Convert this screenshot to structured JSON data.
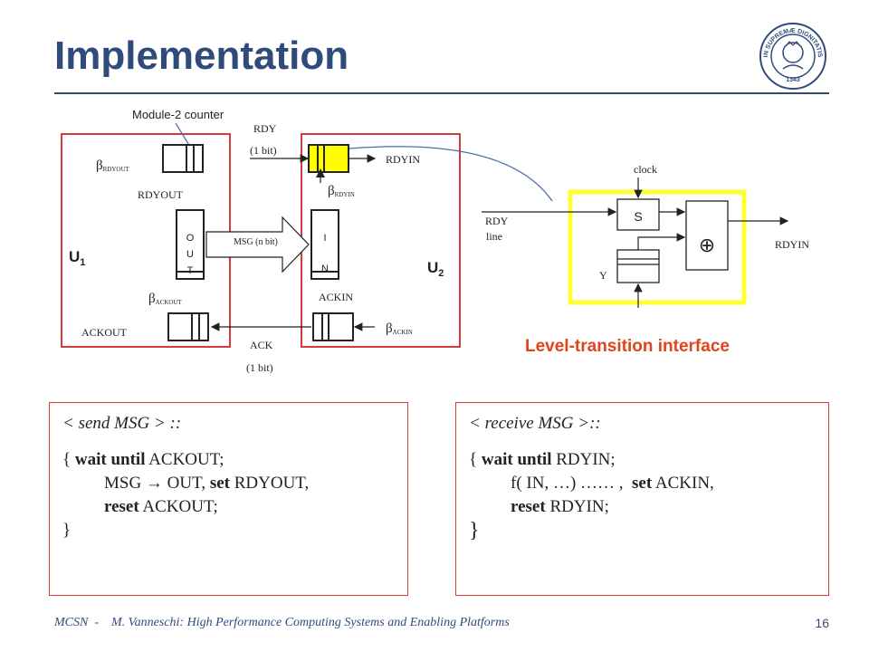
{
  "slide": {
    "title": "Implementation",
    "footer": "MCSN  -    M. Vanneschi: High Performance Computing Systems and Enabling Platforms",
    "page_number": "16"
  },
  "seal": {
    "text": "IN SUPREMÆ DIGNITATIS",
    "year": "1343",
    "color": "#2f4b7c"
  },
  "diagram": {
    "module_label": "Module-2 counter",
    "rdy_label": "RDY",
    "rdy_bits": "(1 bit)",
    "rdyin_out_label": "RDYIN",
    "beta_rdyout": "RDYOUT",
    "beta_rdyin": "RDYIN",
    "rdyout_label": "RDYOUT",
    "out_letters": [
      "O",
      "U",
      "T"
    ],
    "in_letters": [
      "I",
      "N"
    ],
    "msg_label": "MSG (n bit)",
    "u1_main": "U",
    "u1_sub": "1",
    "u2_main": "U",
    "u2_sub": "2",
    "beta_ackout": "ACKOUT",
    "beta_ackin": "ACKIN",
    "ackin_label": "ACKIN",
    "ackout_label": "ACKOUT",
    "ack_label": "ACK",
    "ack_bits": "(1 bit)",
    "beta_symbol": "β",
    "colors": {
      "unit_border": "#d43a3a",
      "highlight": "#ffff00",
      "interface_border": "#ffff33",
      "caption": "#e0441b",
      "curve": "#4a6fa5"
    }
  },
  "interface": {
    "clock_label": "clock",
    "s_label": "S",
    "y_label": "Y",
    "rdy_line_1": "RDY",
    "rdy_line_2": "line",
    "rdyin_label": "RDYIN",
    "xor_symbol": "⊕",
    "caption": "Level-transition interface"
  },
  "send": {
    "header": "< send MSG > ::",
    "l1_open": "{ ",
    "l1_kw": "wait until",
    "l1_rest": " ACKOUT;",
    "l2_pre": "MSG → OUT, ",
    "l2_kw": "set",
    "l2_rest": " RDYOUT,",
    "l3_kw": "reset",
    "l3_rest": " ACKOUT;",
    "close": "}"
  },
  "receive": {
    "header": "< receive MSG >::",
    "l1_open": "{ ",
    "l1_kw": "wait until",
    "l1_rest": " RDYIN;",
    "l2_pre": "f( IN, …) …… ,  ",
    "l2_kw": "set",
    "l2_rest": " ACKIN,",
    "l3_kw": "reset",
    "l3_rest": " RDYIN;",
    "close": "}"
  }
}
